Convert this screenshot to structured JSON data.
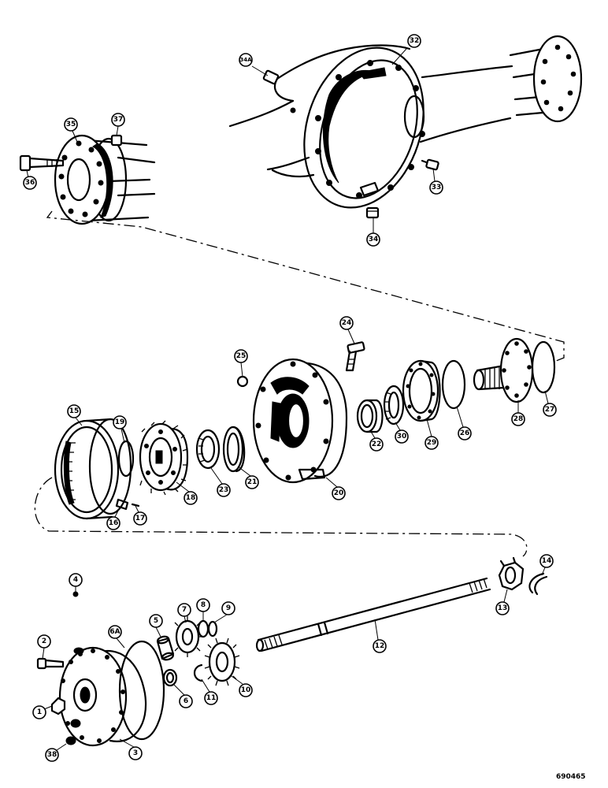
{
  "diagram": {
    "drawing_code": "690465",
    "callouts": [
      {
        "id": "c32",
        "label": "32"
      },
      {
        "id": "c34a",
        "label": "34A"
      },
      {
        "id": "c33",
        "label": "33"
      },
      {
        "id": "c34",
        "label": "34"
      },
      {
        "id": "c35",
        "label": "35"
      },
      {
        "id": "c37",
        "label": "37"
      },
      {
        "id": "c36",
        "label": "36"
      },
      {
        "id": "c24",
        "label": "24"
      },
      {
        "id": "c25",
        "label": "25"
      },
      {
        "id": "c15",
        "label": "15"
      },
      {
        "id": "c19",
        "label": "19"
      },
      {
        "id": "c18",
        "label": "18"
      },
      {
        "id": "c23",
        "label": "23"
      },
      {
        "id": "c21",
        "label": "21"
      },
      {
        "id": "c20",
        "label": "20"
      },
      {
        "id": "c22",
        "label": "22"
      },
      {
        "id": "c30",
        "label": "30"
      },
      {
        "id": "c29",
        "label": "29"
      },
      {
        "id": "c26",
        "label": "26"
      },
      {
        "id": "c28",
        "label": "28"
      },
      {
        "id": "c27",
        "label": "27"
      },
      {
        "id": "c16",
        "label": "16"
      },
      {
        "id": "c17",
        "label": "17"
      },
      {
        "id": "c13",
        "label": "13"
      },
      {
        "id": "c14",
        "label": "14"
      },
      {
        "id": "c12",
        "label": "12"
      },
      {
        "id": "c4",
        "label": "4"
      },
      {
        "id": "c2",
        "label": "2"
      },
      {
        "id": "c6a",
        "label": "6A"
      },
      {
        "id": "c5",
        "label": "5"
      },
      {
        "id": "c7",
        "label": "7"
      },
      {
        "id": "c8",
        "label": "8"
      },
      {
        "id": "c9",
        "label": "9"
      },
      {
        "id": "c6",
        "label": "6"
      },
      {
        "id": "c11",
        "label": "11"
      },
      {
        "id": "c10",
        "label": "10"
      },
      {
        "id": "c1",
        "label": "1"
      },
      {
        "id": "c38",
        "label": "38"
      },
      {
        "id": "c3",
        "label": "3"
      }
    ]
  }
}
